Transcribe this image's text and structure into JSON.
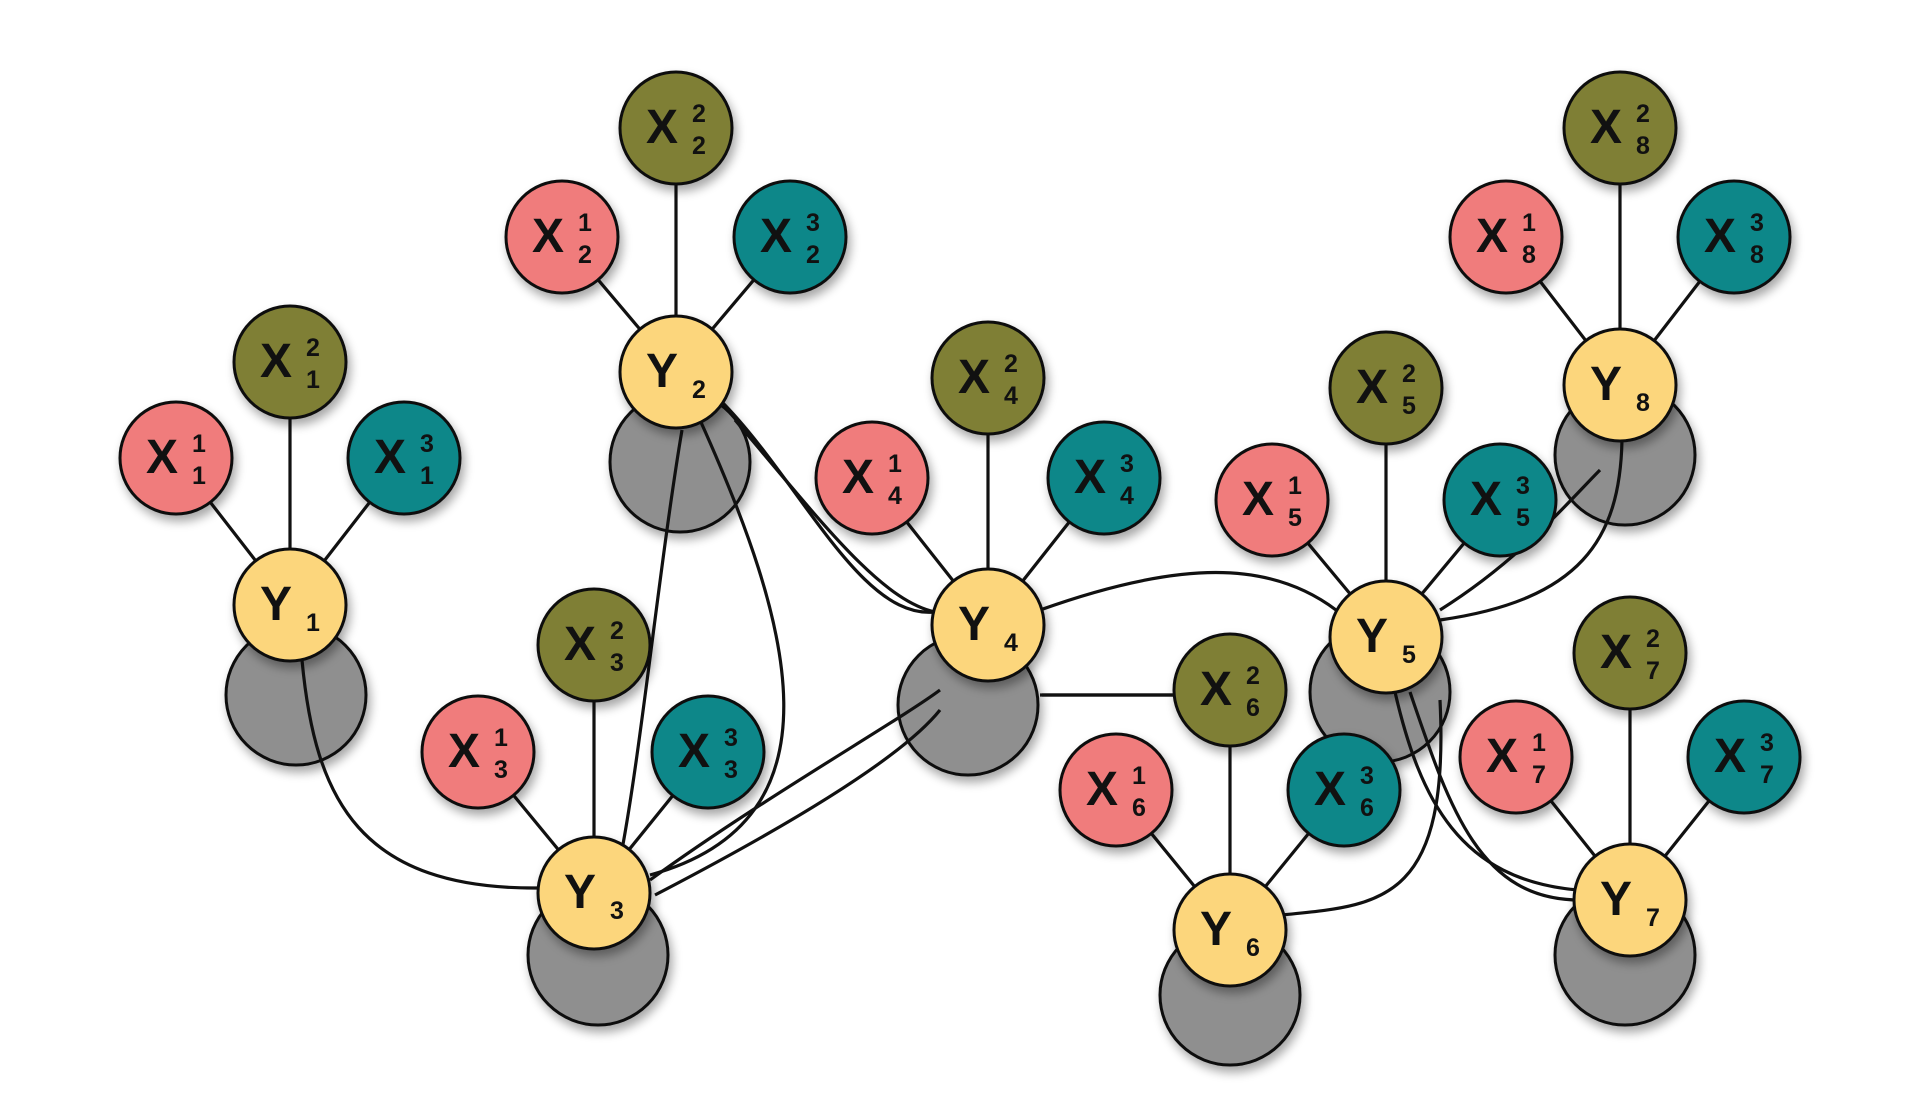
{
  "colors": {
    "x1": "#f07b7b",
    "x2": "#7f7f35",
    "x3": "#0e8789",
    "y": "#fcd67c",
    "shadow": "#8f8f8f",
    "stroke": "#111111"
  },
  "nodes": [
    {
      "id": "Y1",
      "letter": "Y",
      "sub": "1",
      "sup": "",
      "kind": "y"
    },
    {
      "id": "X1_1",
      "letter": "X",
      "sub": "1",
      "sup": "1",
      "kind": "x1"
    },
    {
      "id": "X1_2",
      "letter": "X",
      "sub": "1",
      "sup": "2",
      "kind": "x2"
    },
    {
      "id": "X1_3",
      "letter": "X",
      "sub": "1",
      "sup": "3",
      "kind": "x3"
    },
    {
      "id": "Y2",
      "letter": "Y",
      "sub": "2",
      "sup": "",
      "kind": "y"
    },
    {
      "id": "X2_1",
      "letter": "X",
      "sub": "2",
      "sup": "1",
      "kind": "x1"
    },
    {
      "id": "X2_2",
      "letter": "X",
      "sub": "2",
      "sup": "2",
      "kind": "x2"
    },
    {
      "id": "X2_3",
      "letter": "X",
      "sub": "2",
      "sup": "3",
      "kind": "x3"
    },
    {
      "id": "Y3",
      "letter": "Y",
      "sub": "3",
      "sup": "",
      "kind": "y"
    },
    {
      "id": "X3_1",
      "letter": "X",
      "sub": "3",
      "sup": "1",
      "kind": "x1"
    },
    {
      "id": "X3_2",
      "letter": "X",
      "sub": "3",
      "sup": "2",
      "kind": "x2"
    },
    {
      "id": "X3_3",
      "letter": "X",
      "sub": "3",
      "sup": "3",
      "kind": "x3"
    },
    {
      "id": "Y4",
      "letter": "Y",
      "sub": "4",
      "sup": "",
      "kind": "y"
    },
    {
      "id": "X4_1",
      "letter": "X",
      "sub": "4",
      "sup": "1",
      "kind": "x1"
    },
    {
      "id": "X4_2",
      "letter": "X",
      "sub": "4",
      "sup": "2",
      "kind": "x2"
    },
    {
      "id": "X4_3",
      "letter": "X",
      "sub": "4",
      "sup": "3",
      "kind": "x3"
    },
    {
      "id": "Y5",
      "letter": "Y",
      "sub": "5",
      "sup": "",
      "kind": "y"
    },
    {
      "id": "X5_1",
      "letter": "X",
      "sub": "5",
      "sup": "1",
      "kind": "x1"
    },
    {
      "id": "X5_2",
      "letter": "X",
      "sub": "5",
      "sup": "2",
      "kind": "x2"
    },
    {
      "id": "X5_3",
      "letter": "X",
      "sub": "5",
      "sup": "3",
      "kind": "x3"
    },
    {
      "id": "Y6",
      "letter": "Y",
      "sub": "6",
      "sup": "",
      "kind": "y"
    },
    {
      "id": "X6_1",
      "letter": "X",
      "sub": "6",
      "sup": "1",
      "kind": "x1"
    },
    {
      "id": "X6_2",
      "letter": "X",
      "sub": "6",
      "sup": "2",
      "kind": "x2"
    },
    {
      "id": "X6_3",
      "letter": "X",
      "sub": "6",
      "sup": "3",
      "kind": "x3"
    },
    {
      "id": "Y7",
      "letter": "Y",
      "sub": "7",
      "sup": "",
      "kind": "y"
    },
    {
      "id": "X7_1",
      "letter": "X",
      "sub": "7",
      "sup": "1",
      "kind": "x1"
    },
    {
      "id": "X7_2",
      "letter": "X",
      "sub": "7",
      "sup": "2",
      "kind": "x2"
    },
    {
      "id": "X7_3",
      "letter": "X",
      "sub": "7",
      "sup": "3",
      "kind": "x3"
    },
    {
      "id": "Y8",
      "letter": "Y",
      "sub": "8",
      "sup": "",
      "kind": "y"
    },
    {
      "id": "X8_1",
      "letter": "X",
      "sub": "8",
      "sup": "1",
      "kind": "x1"
    },
    {
      "id": "X8_2",
      "letter": "X",
      "sub": "8",
      "sup": "2",
      "kind": "x2"
    },
    {
      "id": "X8_3",
      "letter": "X",
      "sub": "8",
      "sup": "3",
      "kind": "x3"
    }
  ],
  "edges": [
    {
      "from": "Y1",
      "to": "X1_1"
    },
    {
      "from": "Y1",
      "to": "X1_2"
    },
    {
      "from": "Y1",
      "to": "X1_3"
    },
    {
      "from": "Y2",
      "to": "X2_1"
    },
    {
      "from": "Y2",
      "to": "X2_2"
    },
    {
      "from": "Y2",
      "to": "X2_3"
    },
    {
      "from": "Y3",
      "to": "X3_1"
    },
    {
      "from": "Y3",
      "to": "X3_2"
    },
    {
      "from": "Y3",
      "to": "X3_3"
    },
    {
      "from": "Y4",
      "to": "X4_1"
    },
    {
      "from": "Y4",
      "to": "X4_2"
    },
    {
      "from": "Y4",
      "to": "X4_3"
    },
    {
      "from": "Y5",
      "to": "X5_1"
    },
    {
      "from": "Y5",
      "to": "X5_2"
    },
    {
      "from": "Y5",
      "to": "X5_3"
    },
    {
      "from": "Y6",
      "to": "X6_1"
    },
    {
      "from": "Y6",
      "to": "X6_2"
    },
    {
      "from": "Y6",
      "to": "X6_3"
    },
    {
      "from": "Y7",
      "to": "X7_1"
    },
    {
      "from": "Y7",
      "to": "X7_2"
    },
    {
      "from": "Y7",
      "to": "X7_3"
    },
    {
      "from": "Y8",
      "to": "X8_1"
    },
    {
      "from": "Y8",
      "to": "X8_2"
    },
    {
      "from": "Y8",
      "to": "X8_3"
    },
    {
      "from": "Y1",
      "to": "Y3"
    },
    {
      "from": "Y2",
      "to": "Y3"
    },
    {
      "from": "Y2",
      "to": "Y4"
    },
    {
      "from": "Y3",
      "to": "Y4"
    },
    {
      "from": "Y4",
      "to": "Y5"
    },
    {
      "from": "Y4",
      "to": "Y6"
    },
    {
      "from": "Y5",
      "to": "Y6"
    },
    {
      "from": "Y5",
      "to": "Y7"
    },
    {
      "from": "Y5",
      "to": "Y8"
    }
  ]
}
